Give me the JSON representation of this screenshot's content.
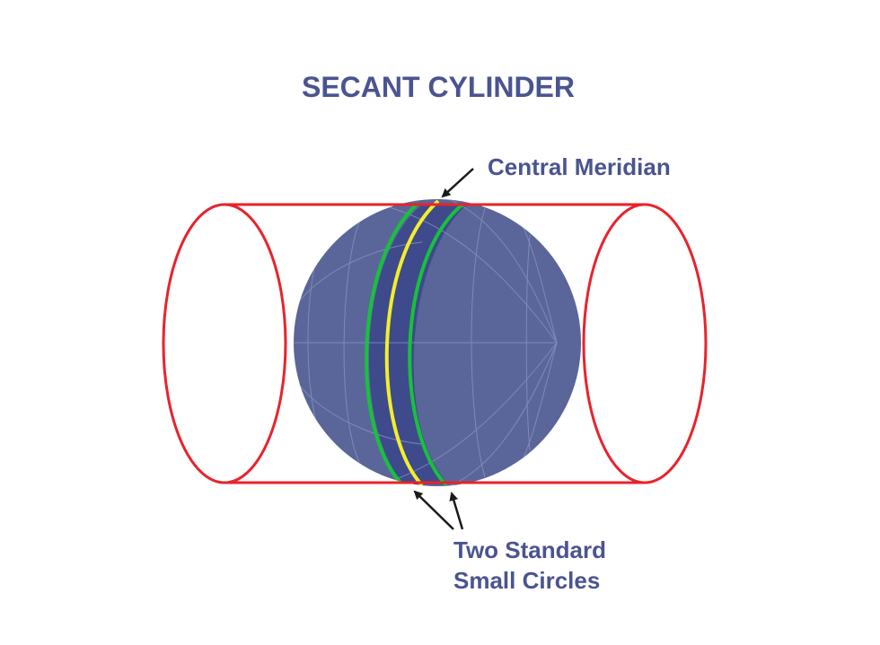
{
  "title": "SECANT CYLINDER",
  "labels": {
    "central_meridian": "Central Meridian",
    "small_circles_line1": "Two Standard",
    "small_circles_line2": "Small Circles"
  },
  "colors": {
    "globe": "#5a6699",
    "globe_band": "#3e4a8c",
    "graticule": "#8c96c4",
    "cylinder": "#e8232b",
    "standard_circle": "#17c23a",
    "central_meridian": "#f2ee2a",
    "text": "#4a5490",
    "arrow": "#1a1a1a"
  }
}
